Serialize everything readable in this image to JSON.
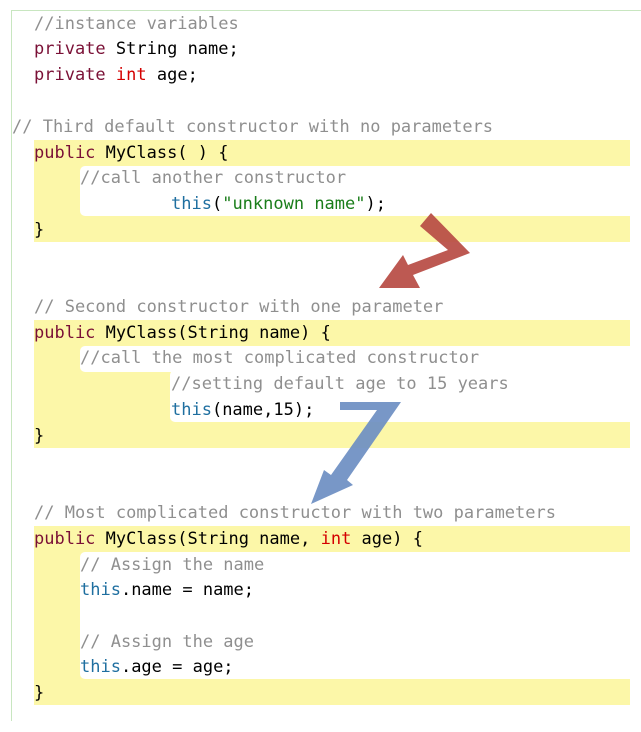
{
  "code": {
    "ivar_comment": "//instance variables",
    "ivar_name": {
      "kw": "private",
      "type": "String",
      "rest": " name;"
    },
    "ivar_age": {
      "kw": "private",
      "type": "int",
      "rest": " age;"
    },
    "c3_comment": "// Third default constructor with no parameters",
    "c3_sig": {
      "kw": "public",
      "rest": " MyClass( ) {"
    },
    "c3_body_comment": "//call another constructor",
    "c3_call": {
      "this": "this",
      "open": "(",
      "arg": "\"unknown name\"",
      "close": ");"
    },
    "c3_close": "}",
    "c2_comment": "// Second constructor with one parameter",
    "c2_sig": {
      "kw": "public",
      "rest": " MyClass(String name) {"
    },
    "c2_body_comment1": "//call the most complicated constructor",
    "c2_body_comment2": "//setting default age to 15 years",
    "c2_call": {
      "this": "this",
      "rest": "(name,15);"
    },
    "c2_close": "}",
    "c1_comment": "// Most complicated constructor with two parameters",
    "c1_sig": {
      "kw": "public",
      "rest1": " MyClass(String name, ",
      "type": "int",
      "rest2": " age) {"
    },
    "c1_body_comment1": "// Assign the name",
    "c1_assign_name": {
      "this": "this",
      "rest": ".name = name;"
    },
    "c1_body_comment2": "// Assign the age",
    "c1_assign_age": {
      "this": "this",
      "rest": ".age = age;"
    },
    "c1_close": "}"
  },
  "colors": {
    "comment": "#8f8f8f",
    "keyword": "#7a1036",
    "primitive_type": "#d40000",
    "this_keyword": "#1f6fa0",
    "string_literal": "#1a7d1a",
    "block_highlight": "#fcf7a8",
    "arrow_red": "#b84c45",
    "arrow_blue": "#6e8fc3"
  },
  "arrows": [
    {
      "name": "red-arrow",
      "from": "Third default constructor",
      "to": "Second constructor"
    },
    {
      "name": "blue-arrow",
      "from": "Second constructor",
      "to": "Most complicated constructor"
    }
  ]
}
